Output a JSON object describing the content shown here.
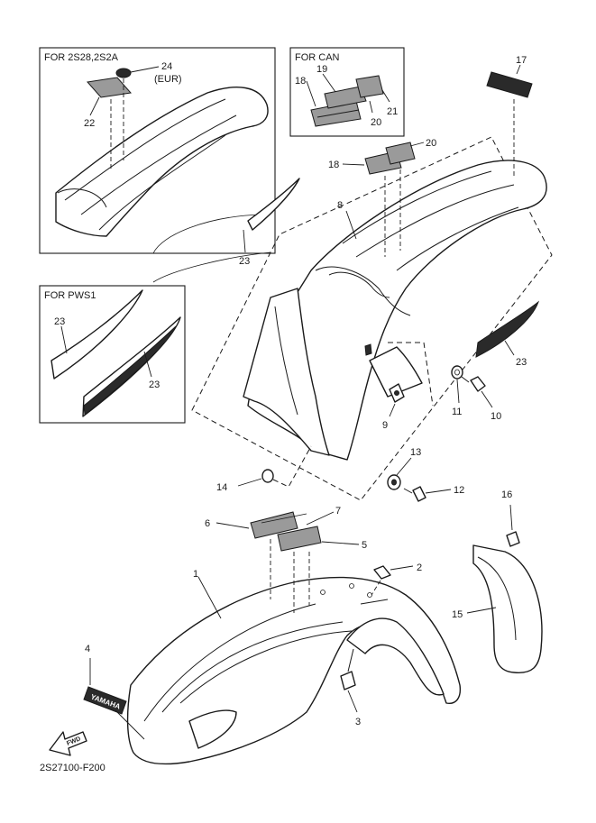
{
  "boxes": {
    "eur_box_label": "FOR 2S28,2S2A",
    "can_box_label": "FOR CAN",
    "pws_box_label": "FOR PWS1"
  },
  "callouts": {
    "c1": "1",
    "c2": "2",
    "c3": "3",
    "c4": "4",
    "c5": "5",
    "c6": "6",
    "c7": "7",
    "c8": "8",
    "c9": "9",
    "c10": "10",
    "c11": "11",
    "c12": "12",
    "c13": "13",
    "c14": "14",
    "c15": "15",
    "c16": "16",
    "c17": "17",
    "c18": "18",
    "c18b": "18",
    "c19": "19",
    "c20": "20",
    "c20b": "20",
    "c21": "21",
    "c22": "22",
    "c23a": "23",
    "c23b": "23",
    "c23c": "23",
    "c23d": "23",
    "c24": "24",
    "eur_note": "(EUR)"
  },
  "decals": {
    "front_fender_logo": "YAMAHA",
    "fwd_arrow": "FWD"
  },
  "figure_code": "2S27100-F200"
}
